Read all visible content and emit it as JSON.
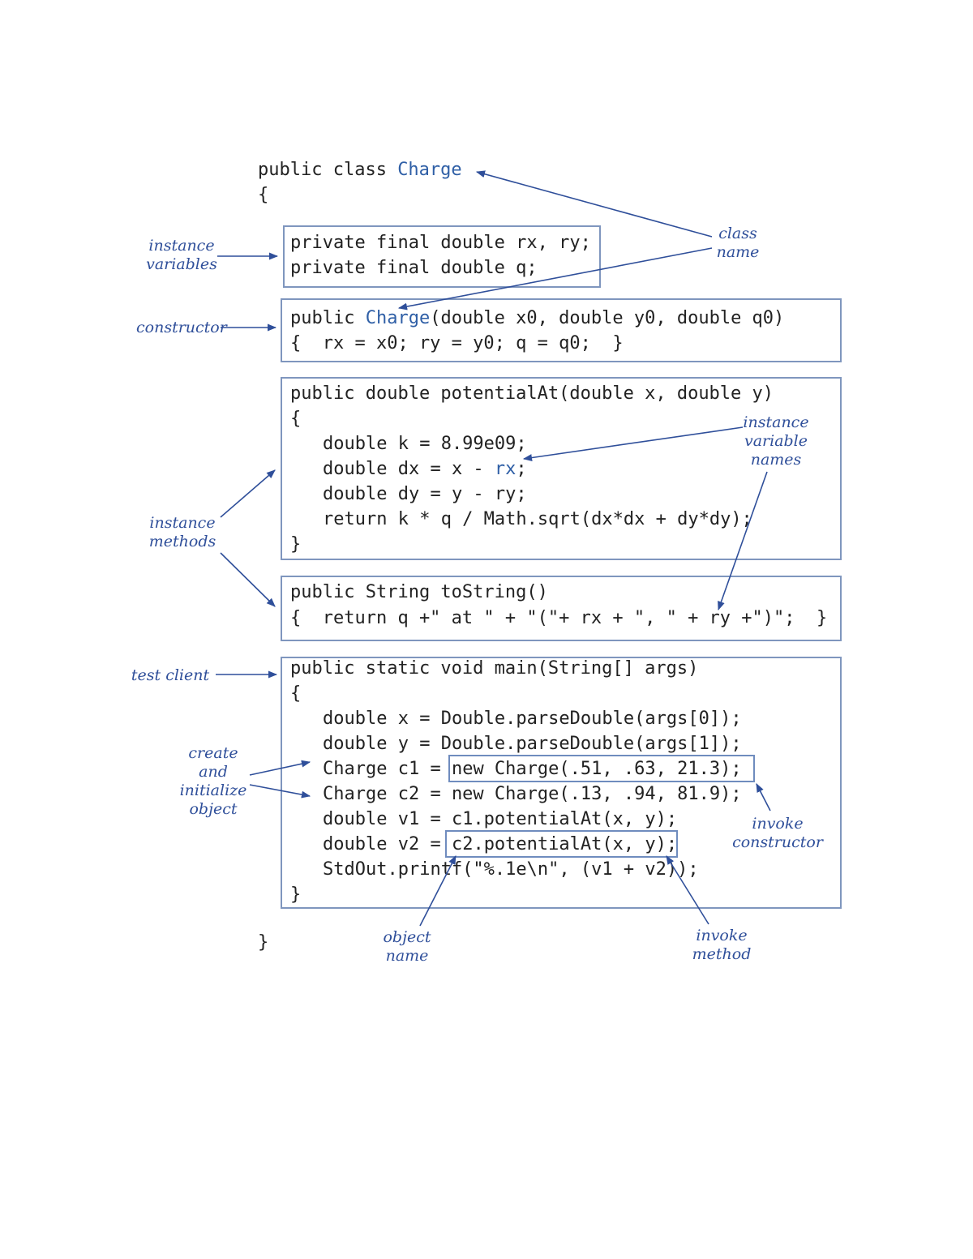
{
  "code": {
    "class_header": {
      "pre": "public class ",
      "name": "Charge"
    },
    "open_brace": "{",
    "fields": [
      "private final double rx, ry;",
      "private final double q;"
    ],
    "constructor": {
      "pre": "public ",
      "name": "Charge",
      "post": "(double x0, double y0, double q0)",
      "body": "{  rx = x0; ry = y0; q = q0;  }"
    },
    "potential": {
      "signature": "public double potentialAt(double x, double y)",
      "open": "{",
      "k": "double k = 8.99e09;",
      "dx_pre": "double dx = x - ",
      "dx_var": "rx",
      "dx_post": ";",
      "dy": "double dy = y - ry;",
      "ret": "return k * q / Math.sqrt(dx*dx + dy*dy);",
      "close": "}"
    },
    "tostring": {
      "signature": "public String toString()",
      "body": "{  return q +\" at \" + \"(\"+ rx + \", \" + ry +\")\";  }"
    },
    "main": {
      "signature": "public static void main(String[] args)",
      "open": "{",
      "x": "double x = Double.parseDouble(args[0]);",
      "y": "double y = Double.parseDouble(args[1]);",
      "c1_pre": "Charge c1 = ",
      "c1_new": "new Charge(.51, .63, 21.3);",
      "c2": "Charge c2 = new Charge(.13, .94, 81.9);",
      "v1": "double v1 = c1.potentialAt(x, y);",
      "v2_pre": "double v2 = ",
      "v2_call": "c2.potentialAt(x, y)",
      "v2_post": ";",
      "printf": "StdOut.printf(\"%.1e\\n\", (v1 + v2));",
      "close": "}"
    },
    "close_brace": "}"
  },
  "annotations": {
    "class_name": [
      "class",
      "name"
    ],
    "instance_variables": [
      "instance",
      "variables"
    ],
    "constructor": [
      "constructor"
    ],
    "instance_methods": [
      "instance",
      "methods"
    ],
    "instance_variable_names": [
      "instance",
      "variable",
      "names"
    ],
    "test_client": [
      "test client"
    ],
    "create_object": [
      "create",
      "and",
      "initialize",
      "object"
    ],
    "invoke_constructor": [
      "invoke",
      "constructor"
    ],
    "object_name": [
      "object",
      "name"
    ],
    "invoke_method": [
      "invoke",
      "method"
    ]
  },
  "colors": {
    "annotation": "#2f4f9a",
    "box_border": "#7f96be",
    "highlight_code": "#2f5fa6",
    "code_text": "#222222"
  }
}
